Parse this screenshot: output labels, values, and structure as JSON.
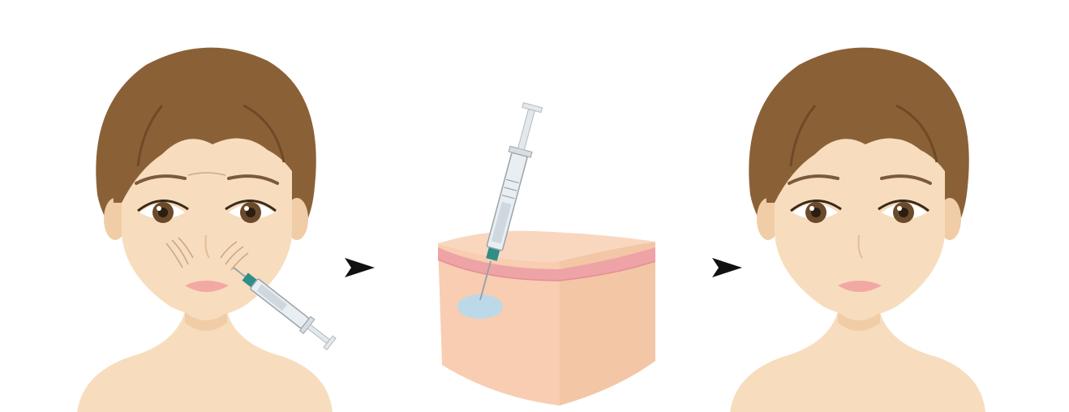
{
  "illustration": {
    "steps": [
      {
        "name": "before",
        "state": "wrinkled face with syringe injection near cheek"
      },
      {
        "name": "process",
        "state": "skin cross-section with syringe depositing filler"
      },
      {
        "name": "after",
        "state": "smooth face"
      }
    ],
    "arrows": [
      "arrow-1",
      "arrow-2"
    ]
  },
  "colors": {
    "background": "#ffffff",
    "hair": "#8a6137",
    "hair_dark": "#6e4a27",
    "skin": "#f7ddbd",
    "skin_shadow": "#f0cda6",
    "eye_iris": "#6b4a2c",
    "lips": "#f2a8a3",
    "arrow": "#111111",
    "skin_block_top": "#f8cdb1",
    "skin_block_side": "#f3c6a6",
    "dermis_band": "#eea3a6",
    "filler": "#bcd9ea",
    "syringe_body": "#e9eef2",
    "syringe_accent": "#2e8f88"
  }
}
